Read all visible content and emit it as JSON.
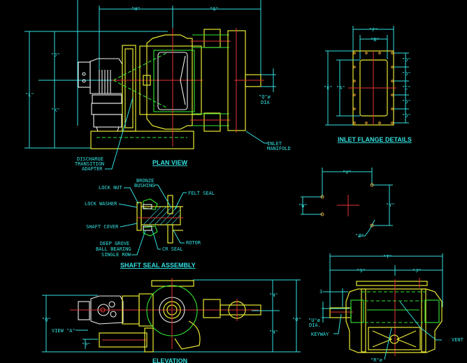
{
  "drawing": {
    "background": "#000000",
    "colors": {
      "dimension": "#33e0e0",
      "outline": "#e8e833",
      "detail": "#33e633",
      "centerline": "#e63333",
      "motor": "#f0f0f0"
    }
  },
  "plan_view": {
    "title": "PLAN VIEW",
    "dims": {
      "H": "\"H\"",
      "G": "\"G\"",
      "J": "\"J\"",
      "L": "\"L\"",
      "K": "\"K\"",
      "Q": "\"Q\"ø",
      "Q_dia": "DIA"
    },
    "labels": {
      "discharge_1": "DISCHARGE",
      "discharge_2": "TRANSITION",
      "discharge_3": "ADAPTER",
      "inlet_1": "INLET",
      "inlet_2": "MANIFOLD"
    }
  },
  "inlet_flange": {
    "title": "INLET FLANGE DETAILS",
    "dims": {
      "F": "\"F\"",
      "B": "\"B\"",
      "E": "\"E\"",
      "A": "\"A\"",
      "D1": "\"D\"",
      "D2": "\"D\"",
      "C": "\"C\"",
      "D3": "\"D\"",
      "D4": "\"D\""
    }
  },
  "shaft_seal": {
    "title": "SHAFT SEAL ASSEMBLY",
    "labels": {
      "lock_nut": "LOCK NUT",
      "lock_washer": "LOCK WASHER",
      "shaft_cover": "SHAFT COVER",
      "bearing_1": "DEEP GROVE",
      "bearing_2": "BALL BEARING",
      "bearing_3": "SINGLE ROW",
      "bronze_1": "BRONZE",
      "bronze_2": "BUSHING",
      "felt_seal": "FELT SEAL",
      "rotor": "ROTOR",
      "cr_seal": "CR SEAL"
    }
  },
  "bolt_pattern": {
    "dims": {
      "V": "\"V\"",
      "W": "\"W\"",
      "Y": "\"Y\"",
      "Z": "\"Z\""
    }
  },
  "elevation": {
    "title": "ELEVATION",
    "dims": {
      "Q_left": "\"Q\"",
      "N_top": "\"N\"",
      "N_bottom": "\"N\"",
      "O": "\"O\"",
      "P": "\"P\""
    },
    "labels": {
      "view_a": "VIEW \"A\""
    }
  },
  "view_a": {
    "dims": {
      "T": "\"T\"",
      "S": "\"S\"",
      "J": "\"J\"",
      "three": "3",
      "U": "\"U\"ø",
      "U_dia": "DIA.",
      "R": "\"R\"ø"
    },
    "labels": {
      "keyway": "KEYWAY",
      "vent": "VENT"
    }
  }
}
